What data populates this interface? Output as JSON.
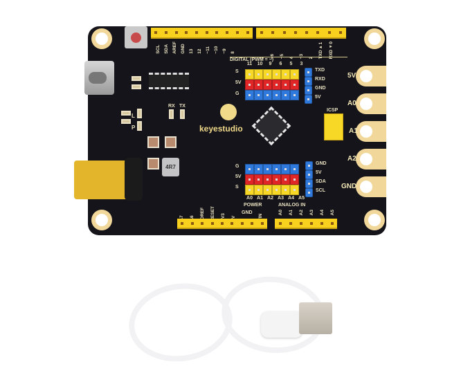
{
  "board": {
    "brand": "keyestudio",
    "colors": {
      "pcb": "#14141a",
      "header": "#f7d11e",
      "pad": "#f1d79a",
      "signal": "#f8d827",
      "power": "#e02626",
      "ground": "#2f78dc",
      "jack": "#e3b52a"
    },
    "top_header_labels_left": [
      "SCL",
      "SDA",
      "AREF",
      "GND",
      "13",
      "12",
      "~11",
      "~10",
      "~9",
      "8"
    ],
    "top_header_labels_right": [
      "7",
      "~6",
      "~5",
      "4",
      "~3",
      "2",
      "TXD▸1",
      "RXD◂0"
    ],
    "digital_label": "DIGITAL  (PWM = ~)",
    "top_pin_numbers": [
      "11",
      "10",
      "9",
      "6",
      "5",
      "3"
    ],
    "top_row_labels": [
      "S",
      "5V",
      "G"
    ],
    "uart_labels": [
      "TXD",
      "RXD",
      "GND",
      "5V"
    ],
    "rx_label": "RX",
    "tx_label": "TX",
    "led_labels": [
      "L",
      "P"
    ],
    "inductor_label": "4R7",
    "icsp_label": "ICSP",
    "side_pads": [
      "5V",
      "A0",
      "A1",
      "A2",
      "GND"
    ],
    "bottom_row_labels": [
      "G",
      "5V",
      "S"
    ],
    "i2c_labels": [
      "GND",
      "5V",
      "SDA",
      "SCL"
    ],
    "bottom_pin_numbers": [
      "A0",
      "A1",
      "A2",
      "A3",
      "A4",
      "A5"
    ],
    "power_label": "POWER",
    "analog_label": "ANALOG  IN",
    "bottom_header_labels_left": [
      "A7",
      "A6",
      "IOREF",
      "RESET",
      "3V3",
      "5V",
      "GND",
      "VIN"
    ],
    "bottom_header_labels_right": [
      "A0",
      "A1",
      "A2",
      "A3",
      "A4",
      "A5"
    ]
  },
  "cable": {
    "type": "USB-A to USB-C cable",
    "color": "#f2f2f4"
  }
}
